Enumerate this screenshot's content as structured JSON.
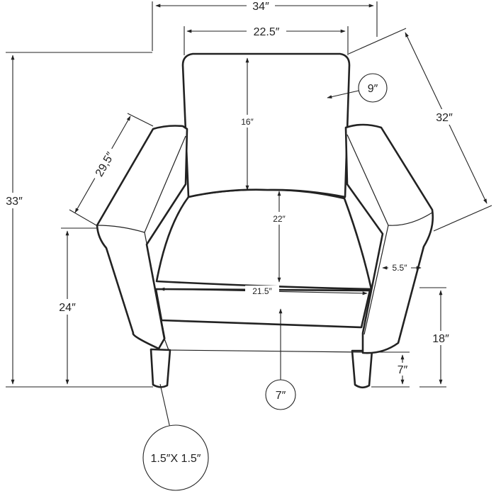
{
  "dimensions": {
    "overall_width": "34″",
    "back_width": "22.5″",
    "back_thickness": "9″",
    "depth": "32″",
    "arm_length": "29,5″",
    "overall_height": "33″",
    "back_height": "16″",
    "seat_depth": "22″",
    "arm_width": "5.5″",
    "arm_height": "24″",
    "seat_width": "21.5″",
    "seat_height": "18″",
    "leg_height": "7″",
    "seat_cushion": "7″",
    "leg_size": "1.5″X 1.5″"
  },
  "colors": {
    "line": "#222222",
    "background": "#ffffff"
  }
}
